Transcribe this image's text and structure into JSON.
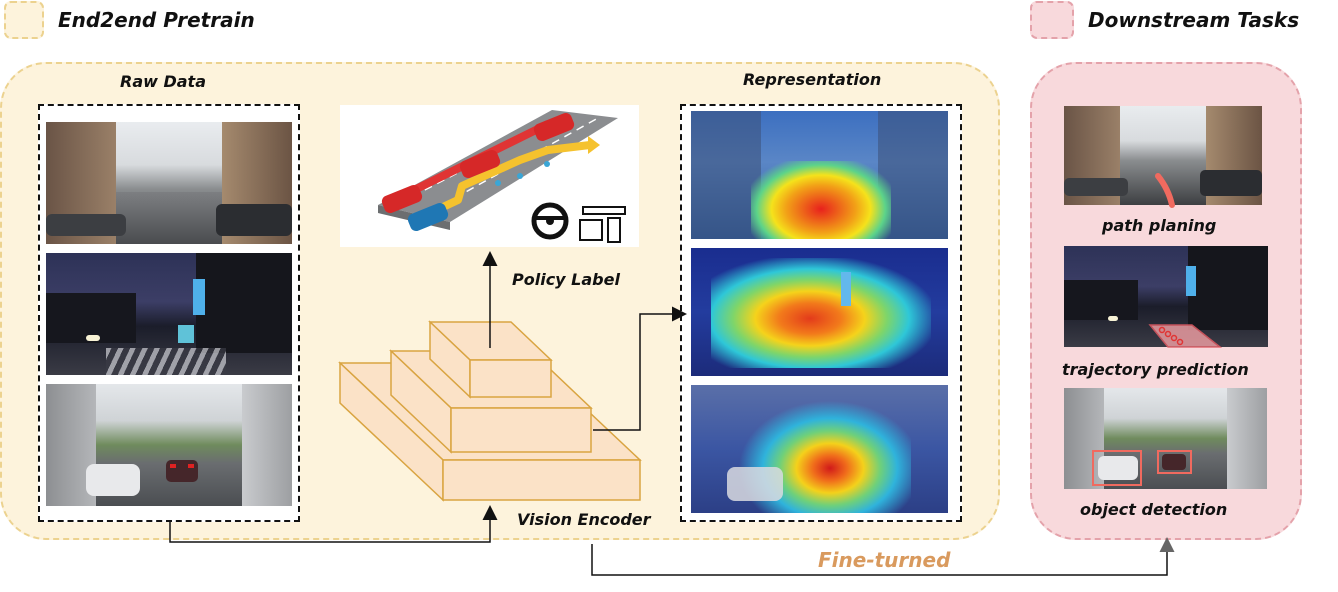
{
  "legend": {
    "pretrain_title": "End2end Pretrain",
    "downstream_title": "Downstream Tasks",
    "pretrain_color": "#fdf3dc",
    "downstream_color": "#f8d9dc"
  },
  "raw_data": {
    "label": "Raw Data"
  },
  "policy": {
    "label": "Policy Label"
  },
  "encoder": {
    "label": "Vision Encoder"
  },
  "representation": {
    "label": "Representation"
  },
  "downstream": {
    "tasks": [
      "path planing",
      "trajectory prediction",
      "object detection"
    ]
  },
  "fine_tune": {
    "label": "Fine-turned"
  }
}
